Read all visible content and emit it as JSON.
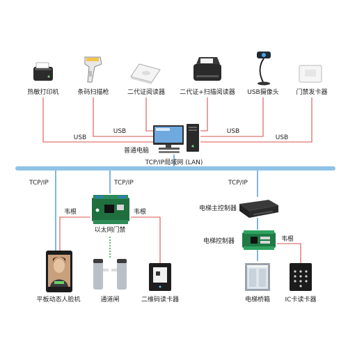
{
  "colors": {
    "usb_wire": "#d9534f",
    "lan_bus": "#8fc3e6",
    "lan_wire": "#3a8fd0",
    "wiegand_wire": "#d9534f",
    "gate_wire": "#2e9a4b"
  },
  "top_devices": [
    {
      "name": "热敏打印机",
      "icon": "thermal-printer-icon"
    },
    {
      "name": "条码扫描枪",
      "icon": "barcode-scanner-icon"
    },
    {
      "name": "二代证阅读器",
      "icon": "id-card-reader-icon"
    },
    {
      "name": "二代证+扫描阅读器",
      "icon": "id-scanner-reader-icon"
    },
    {
      "name": "USB摄像头",
      "icon": "webcam-icon"
    },
    {
      "name": "门禁发卡器",
      "icon": "card-issuer-icon"
    }
  ],
  "usb_labels": [
    "USB",
    "USB",
    "USB",
    "USB"
  ],
  "pc": {
    "label": "普通电脑",
    "icon": "desktop-computer-icon"
  },
  "lan": {
    "label": "TCP/IP局域网 (LAN)"
  },
  "tcpip_labels": [
    "TCP/IP",
    "TCP/IP",
    "TCP/IP"
  ],
  "wiegand_labels": [
    "韦根",
    "韦根",
    "韦根"
  ],
  "access_controller": {
    "label": "以太网门禁",
    "icon": "access-controller-board-icon"
  },
  "bottom_devices": [
    {
      "name": "平板动态人脸机",
      "icon": "face-tablet-icon"
    },
    {
      "name": "通道闸",
      "icon": "turnstile-gate-icon"
    },
    {
      "name": "二维码读卡器",
      "icon": "qr-reader-icon"
    },
    {
      "name": "电梯桥箱",
      "icon": "elevator-car-icon"
    },
    {
      "name": "IC卡读卡器",
      "icon": "ic-card-reader-icon"
    }
  ],
  "elevator_master": {
    "label": "电梯主控制器",
    "icon": "elevator-master-controller-icon"
  },
  "elevator_controller": {
    "label": "电梯控制器",
    "icon": "elevator-controller-icon"
  }
}
